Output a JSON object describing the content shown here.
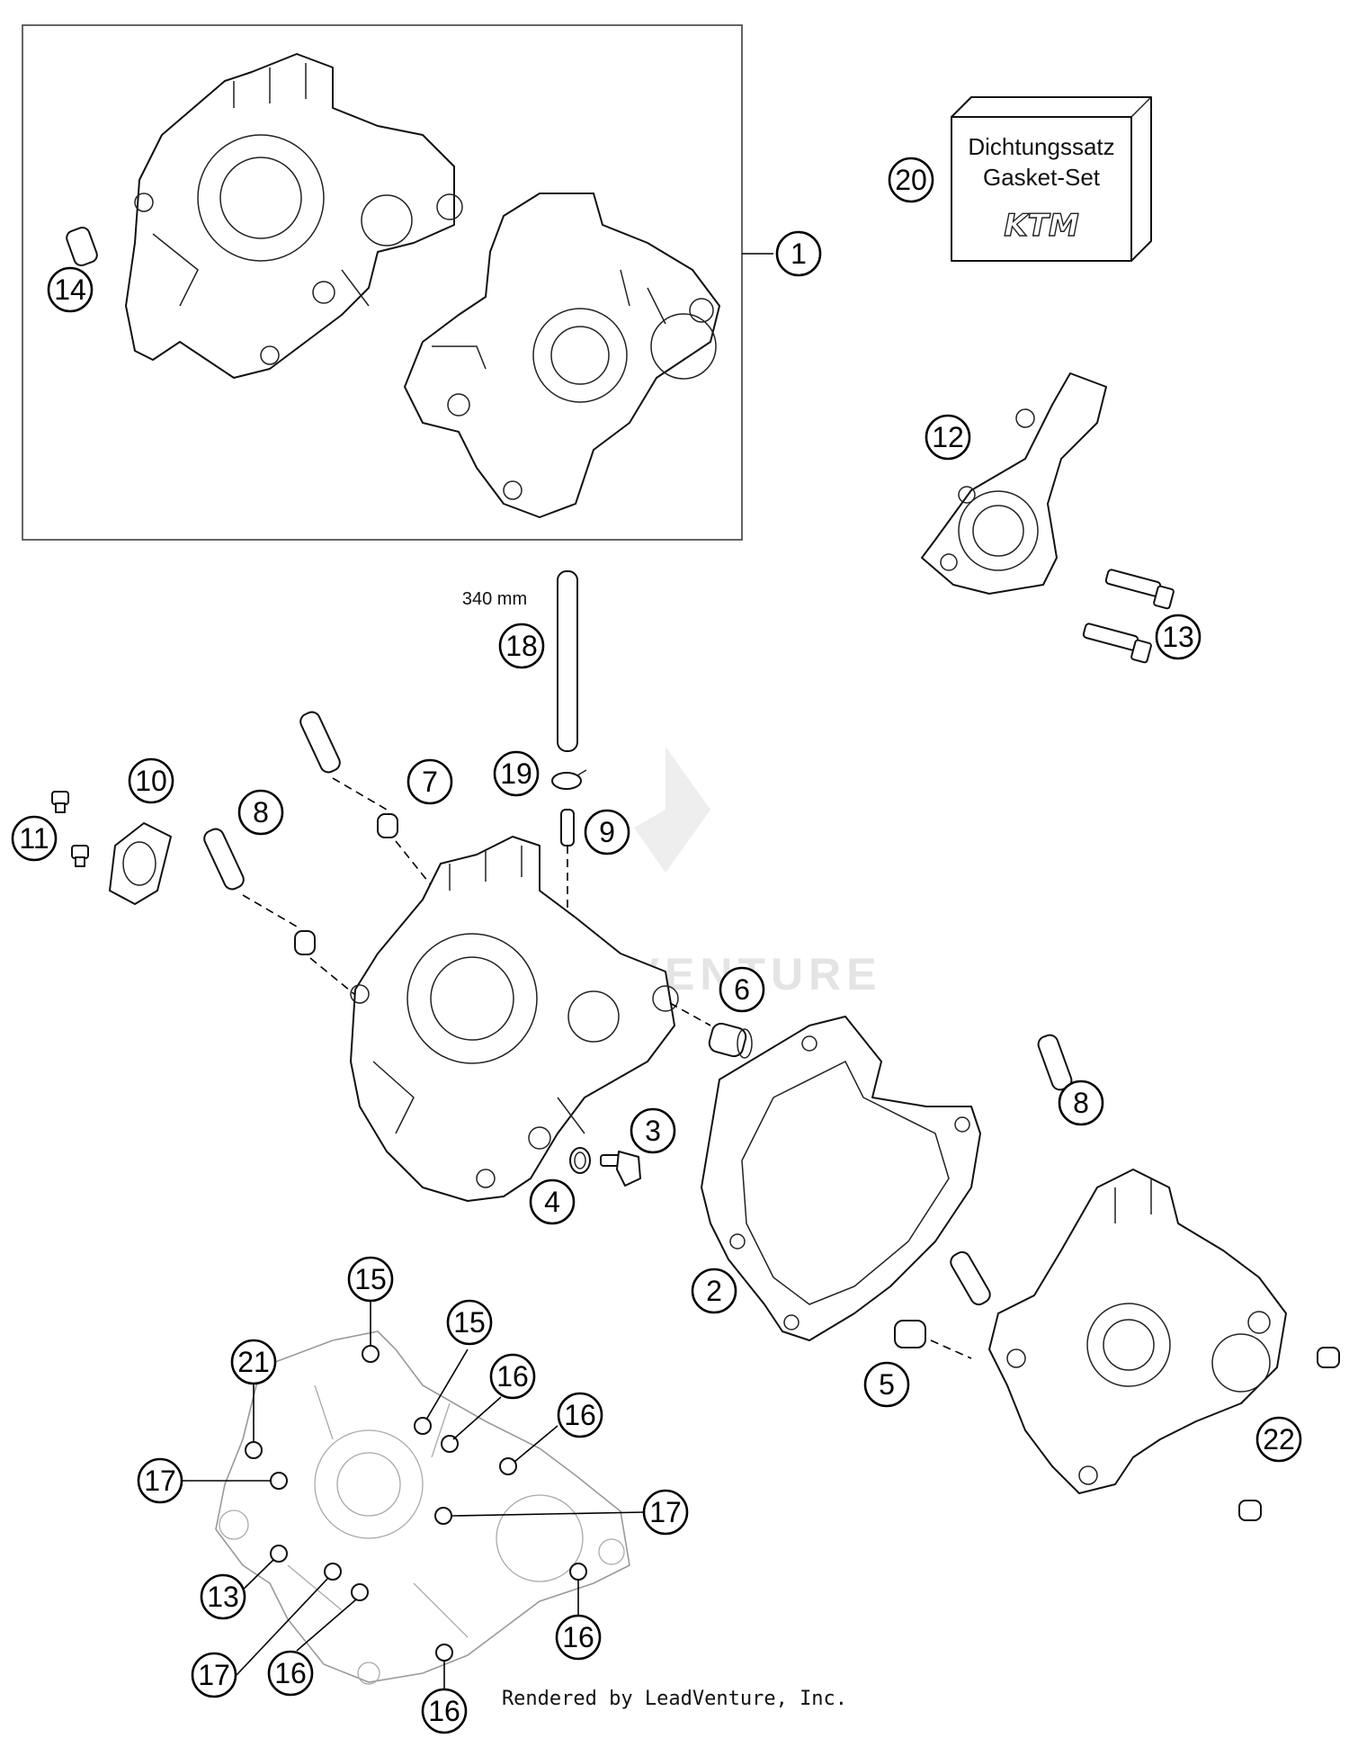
{
  "gasket_set_box": {
    "line1": "Dichtungssatz",
    "line2": "Gasket-Set",
    "brand": "KTM"
  },
  "dimension_label": "340 mm",
  "footer_credit": "Rendered by LeadVenture, Inc.",
  "watermark_text": "LEADVENTURE",
  "callouts": {
    "c1": "1",
    "c2": "2",
    "c3": "3",
    "c4": "4",
    "c5": "5",
    "c6": "6",
    "c7": "7",
    "c8a": "8",
    "c8b": "8",
    "c9": "9",
    "c10": "10",
    "c11": "11",
    "c12": "12",
    "c13a": "13",
    "c13b": "13",
    "c14": "14",
    "c15a": "15",
    "c15b": "15",
    "c16a": "16",
    "c16b": "16",
    "c16c": "16",
    "c16d": "16",
    "c16e": "16",
    "c17a": "17",
    "c17b": "17",
    "c17c": "17",
    "c18": "18",
    "c19": "19",
    "c20": "20",
    "c21": "21",
    "c22": "22"
  }
}
